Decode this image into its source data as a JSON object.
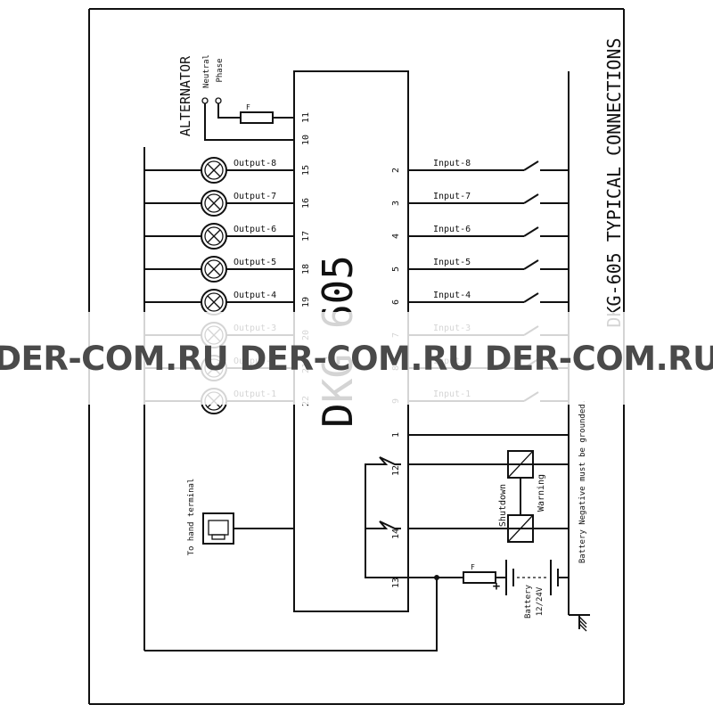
{
  "title": "DKG-605 TYPICAL CONNECTIONS",
  "module_label": "DKG 605",
  "alternator": {
    "label": "ALTERNATOR",
    "neutral": "Neutral",
    "phase": "Phase",
    "fuse": "F"
  },
  "terminals": {
    "t11": "11",
    "t10": "10",
    "t12": "12",
    "t14": "14",
    "t13": "13",
    "t1": "1"
  },
  "outputs": [
    {
      "label": "Output-8",
      "terminal": "15"
    },
    {
      "label": "Output-7",
      "terminal": "16"
    },
    {
      "label": "Output-6",
      "terminal": "17"
    },
    {
      "label": "Output-5",
      "terminal": "18"
    },
    {
      "label": "Output-4",
      "terminal": "19"
    },
    {
      "label": "Output-3",
      "terminal": "20"
    },
    {
      "label": "Output-2",
      "terminal": "21"
    },
    {
      "label": "Output-1",
      "terminal": "22"
    }
  ],
  "inputs": [
    {
      "label": "Input-8",
      "terminal": "2"
    },
    {
      "label": "Input-7",
      "terminal": "3"
    },
    {
      "label": "Input-6",
      "terminal": "4"
    },
    {
      "label": "Input-5",
      "terminal": "5"
    },
    {
      "label": "Input-4",
      "terminal": "6"
    },
    {
      "label": "Input-3",
      "terminal": "7"
    },
    {
      "label": "Input-2",
      "terminal": "8"
    },
    {
      "label": "Input-1",
      "terminal": "9"
    }
  ],
  "hand_terminal": "To hand terminal",
  "shutdown": "Shutdown",
  "warning": "Warning",
  "battery_fuse": "F",
  "battery_plus": "+",
  "battery_label": "Battery",
  "battery_voltage": "12/24V",
  "ground_note": "Battery Negative must be grounded.",
  "watermark": "DER-COM.RU DER-COM.RU DER-COM.RU"
}
